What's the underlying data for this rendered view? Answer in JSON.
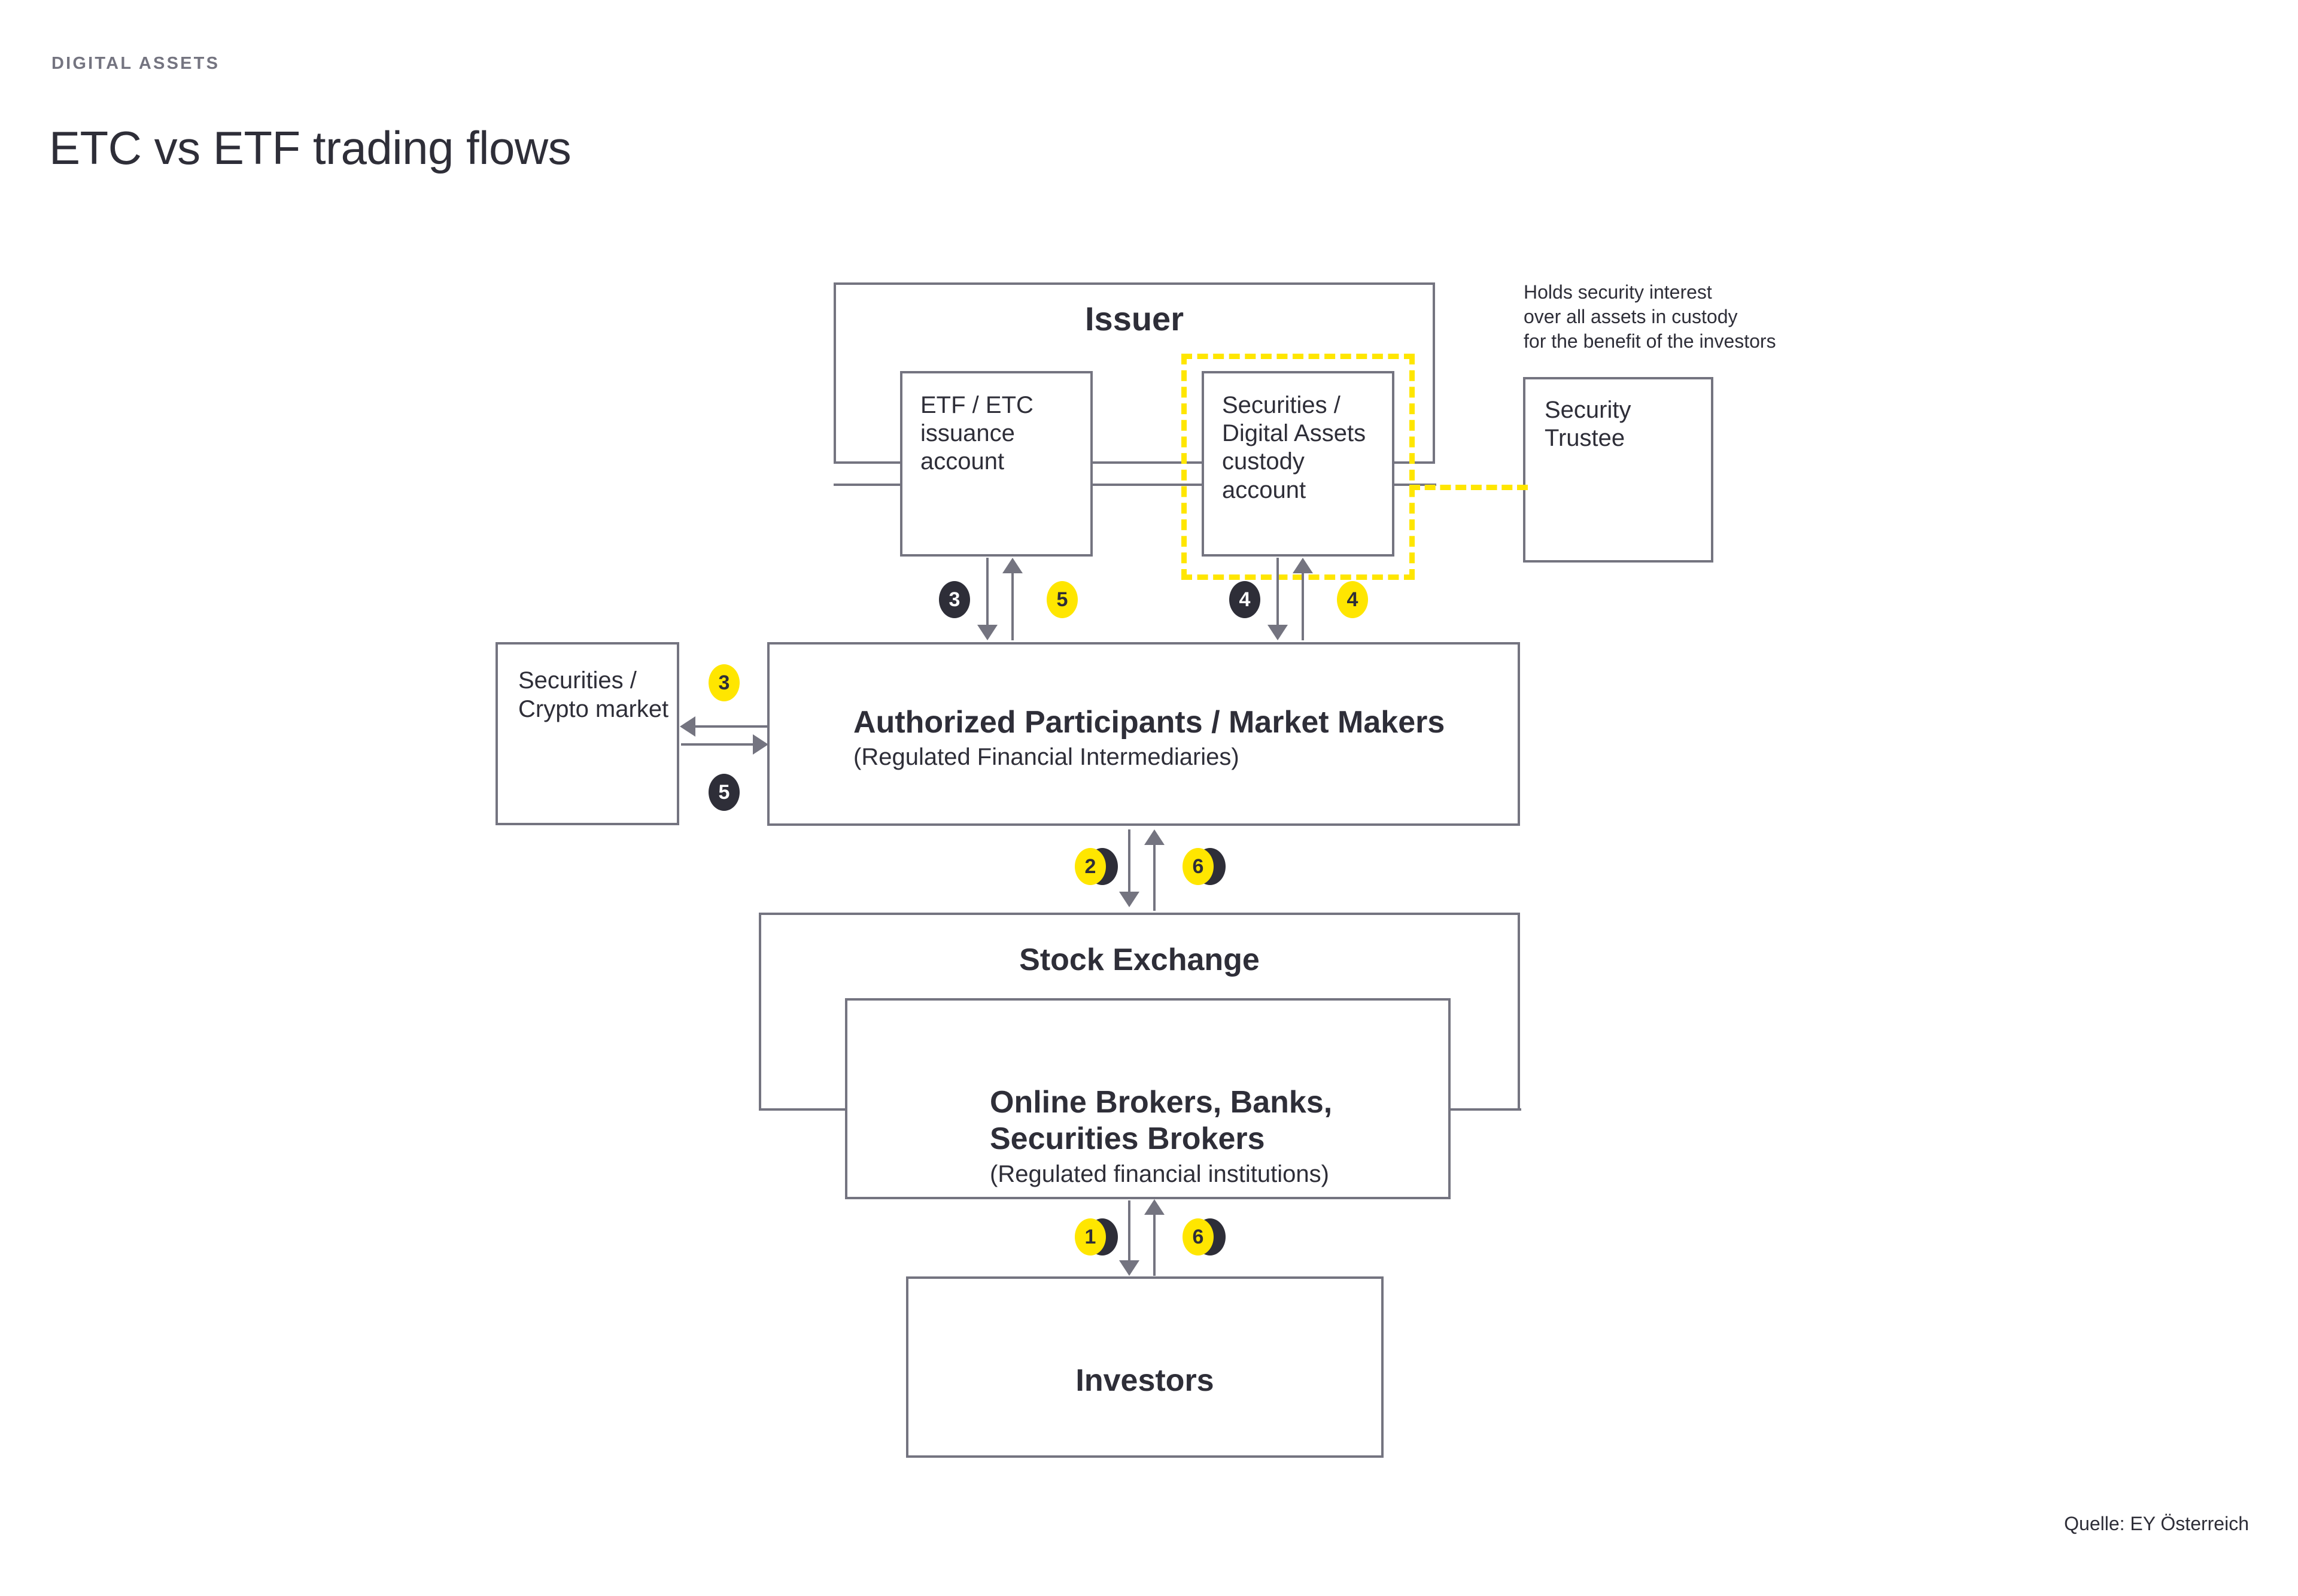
{
  "header": {
    "eyebrow": "DIGITAL ASSETS",
    "title": "ETC vs ETF trading flows"
  },
  "diagram": {
    "issuer": {
      "label": "Issuer",
      "accounts": [
        {
          "id": "etf-etc-issuance",
          "label": "ETF / ETC\nissuance\naccount"
        },
        {
          "id": "securities-digital-assets-custody",
          "label": "Securities /\nDigital Assets\ncustody\naccount"
        }
      ]
    },
    "security_trustee": {
      "label": "Security\nTrustee",
      "note": "Holds security interest\nover all assets in custody\nfor the benefit of the investors"
    },
    "crypto_market": {
      "label": "Securities /\nCrypto market"
    },
    "authorized_participants": {
      "title": "Authorized Participants / Market Makers",
      "subtitle": "(Regulated Financial Intermediaries)"
    },
    "stock_exchange": {
      "label": "Stock Exchange"
    },
    "brokers": {
      "title": "Online Brokers, Banks,\nSecurities Brokers",
      "subtitle": "(Regulated financial institutions)"
    },
    "investors": {
      "label": "Investors"
    },
    "steps": [
      {
        "id": "step-3-issuance",
        "number": "3",
        "style": "solid-black"
      },
      {
        "id": "step-5-issuance",
        "number": "5",
        "style": "solid-yellow"
      },
      {
        "id": "step-4-custody-black",
        "number": "4",
        "style": "solid-black"
      },
      {
        "id": "step-4-custody-yellow",
        "number": "4",
        "style": "solid-yellow"
      },
      {
        "id": "step-3-market",
        "number": "3",
        "style": "solid-yellow"
      },
      {
        "id": "step-5-market",
        "number": "5",
        "style": "solid-black"
      },
      {
        "id": "step-2-exchange",
        "number": "2",
        "style": "split"
      },
      {
        "id": "step-6-exchange",
        "number": "6",
        "style": "split"
      },
      {
        "id": "step-1-investors",
        "number": "1",
        "style": "split"
      },
      {
        "id": "step-6-investors",
        "number": "6",
        "style": "split"
      }
    ]
  },
  "footer": {
    "source": "Quelle: EY Österreich"
  },
  "colors": {
    "accent_yellow": "#ffe600",
    "dark": "#2e2e38",
    "line_grey": "#747480",
    "background": "#ffffff"
  }
}
